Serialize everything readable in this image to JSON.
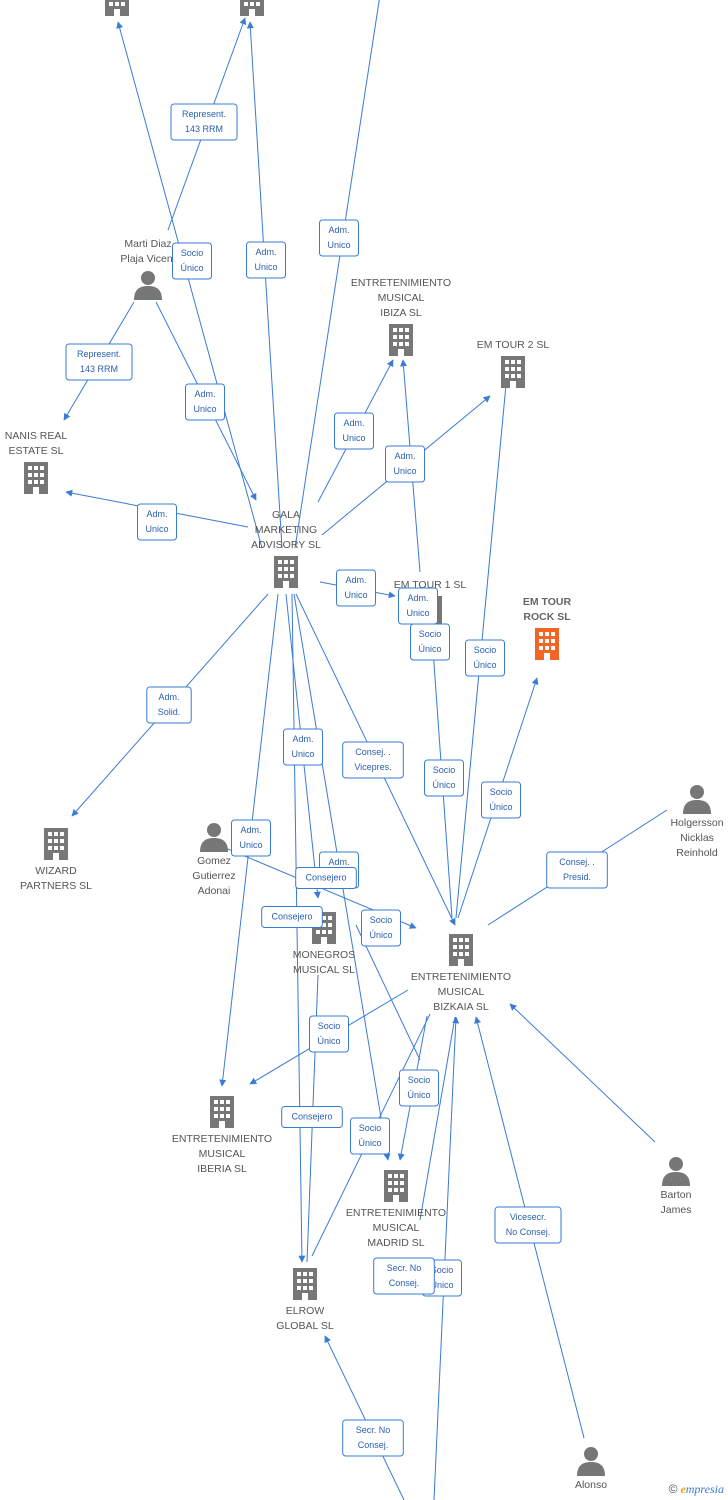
{
  "colors": {
    "edge": "#3a7bd5",
    "company": "#777777",
    "focus": "#f26522",
    "person": "#777777"
  },
  "nodes": [
    {
      "id": "top1",
      "type": "company",
      "lines": []
    },
    {
      "id": "top2",
      "type": "company",
      "lines": []
    },
    {
      "id": "marti",
      "type": "person",
      "lines": [
        "Marti Diaz",
        "Plaja Vicent"
      ]
    },
    {
      "id": "nanis",
      "type": "company",
      "lines": [
        "NANIS REAL",
        "ESTATE  SL"
      ]
    },
    {
      "id": "ibiza",
      "type": "company",
      "lines": [
        "ENTRETENIMIENTO",
        "MUSICAL",
        "IBIZA  SL"
      ]
    },
    {
      "id": "emtour2",
      "type": "company",
      "lines": [
        "EM TOUR 2  SL"
      ]
    },
    {
      "id": "gala",
      "type": "company",
      "lines": [
        "GALA",
        "MARKETING",
        "ADVISORY SL"
      ]
    },
    {
      "id": "emtour1",
      "type": "company",
      "lines": [
        "EM TOUR 1  SL"
      ]
    },
    {
      "id": "emrock",
      "type": "focus",
      "lines": [
        "EM TOUR",
        "ROCK  SL"
      ]
    },
    {
      "id": "holgersson",
      "type": "person",
      "lines": [
        "Holgersson",
        "Nicklas",
        "Reinhold"
      ]
    },
    {
      "id": "wizard",
      "type": "company",
      "lines": [
        "WIZARD",
        "PARTNERS  SL"
      ]
    },
    {
      "id": "gomez",
      "type": "person",
      "lines": [
        "Gomez",
        "Gutierrez",
        "Adonai"
      ]
    },
    {
      "id": "monegros",
      "type": "company",
      "lines": [
        "MONEGROS",
        "MUSICAL  SL"
      ]
    },
    {
      "id": "bizkaia",
      "type": "company",
      "lines": [
        "ENTRETENIMIENTO",
        "MUSICAL",
        "BIZKAIA  SL"
      ]
    },
    {
      "id": "iberia",
      "type": "company",
      "lines": [
        "ENTRETENIMIENTO",
        "MUSICAL",
        "IBERIA  SL"
      ]
    },
    {
      "id": "barton",
      "type": "person",
      "lines": [
        "Barton",
        "James"
      ]
    },
    {
      "id": "madrid",
      "type": "company",
      "lines": [
        "ENTRETENIMIENTO",
        "MUSICAL",
        "MADRID  SL"
      ]
    },
    {
      "id": "elrow",
      "type": "company",
      "lines": [
        "ELROW",
        "GLOBAL  SL"
      ]
    },
    {
      "id": "alonso",
      "type": "person",
      "lines": [
        "Alonso"
      ]
    }
  ],
  "edge_labels": [
    [
      "Represent.",
      "143 RRM"
    ],
    [
      "Socio",
      "Único"
    ],
    [
      "Adm.",
      "Unico"
    ],
    [
      "Adm.",
      "Unico"
    ],
    [
      "Represent.",
      "143 RRM"
    ],
    [
      "Adm.",
      "Unico"
    ],
    [
      "Adm.",
      "Unico"
    ],
    [
      "Adm.",
      "Unico"
    ],
    [
      "Adm.",
      "Unico"
    ],
    [
      "Adm.",
      "Unico"
    ],
    [
      "Adm.",
      "Unico"
    ],
    [
      "Socio",
      "Único"
    ],
    [
      "Socio",
      "Único"
    ],
    [
      "Adm.",
      "Solid."
    ],
    [
      "Adm.",
      "Unico"
    ],
    [
      "Consej. .",
      "Vicepres."
    ],
    [
      "Socio",
      "Único"
    ],
    [
      "Socio",
      "Único"
    ],
    [
      "Consej. .",
      "Presid."
    ],
    [
      "Adm.",
      "Unico"
    ],
    [
      "Adm.",
      "Unico"
    ],
    [
      "Consejero"
    ],
    [
      "Consejero"
    ],
    [
      "Socio",
      "Único"
    ],
    [
      "Socio",
      "Único"
    ],
    [
      "Consejero"
    ],
    [
      "Socio",
      "Único"
    ],
    [
      "Socio",
      "Único"
    ],
    [
      "Socio",
      "Único"
    ],
    [
      "Vicesecr.",
      "No Consej."
    ],
    [
      "Secr.  No",
      "Consej."
    ],
    [
      "Secr.  No",
      "Consej."
    ]
  ],
  "watermark": {
    "copyright": "©",
    "brand_initial": "e",
    "brand_rest": "mpresia"
  }
}
